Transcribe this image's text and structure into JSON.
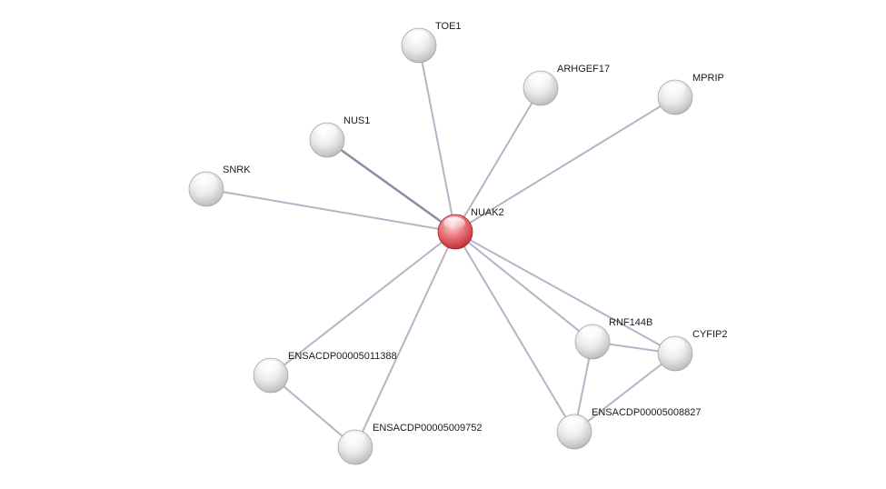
{
  "network": {
    "center": "NUAK2",
    "nodes": [
      {
        "id": "NUAK2",
        "label": "NUAK2",
        "query": true
      },
      {
        "id": "TOE1",
        "label": "TOE1",
        "query": false
      },
      {
        "id": "ARHGEF17",
        "label": "ARHGEF17",
        "query": false
      },
      {
        "id": "MPRIP",
        "label": "MPRIP",
        "query": false
      },
      {
        "id": "NUS1",
        "label": "NUS1",
        "query": false
      },
      {
        "id": "SNRK",
        "label": "SNRK",
        "query": false
      },
      {
        "id": "RNF144B",
        "label": "RNF144B",
        "query": false
      },
      {
        "id": "CYFIP2",
        "label": "CYFIP2",
        "query": false
      },
      {
        "id": "ENSACDP00005011388",
        "label": "ENSACDP00005011388",
        "query": false
      },
      {
        "id": "ENSACDP00005009752",
        "label": "ENSACDP00005009752",
        "query": false
      },
      {
        "id": "ENSACDP00005008827",
        "label": "ENSACDP00005008827",
        "query": false
      }
    ],
    "edges": [
      {
        "from": "NUAK2",
        "to": "TOE1",
        "strong": false
      },
      {
        "from": "NUAK2",
        "to": "ARHGEF17",
        "strong": false
      },
      {
        "from": "NUAK2",
        "to": "MPRIP",
        "strong": false
      },
      {
        "from": "NUAK2",
        "to": "NUS1",
        "strong": true
      },
      {
        "from": "NUAK2",
        "to": "SNRK",
        "strong": false
      },
      {
        "from": "NUAK2",
        "to": "RNF144B",
        "strong": false
      },
      {
        "from": "NUAK2",
        "to": "CYFIP2",
        "strong": false
      },
      {
        "from": "NUAK2",
        "to": "ENSACDP00005011388",
        "strong": false
      },
      {
        "from": "NUAK2",
        "to": "ENSACDP00005009752",
        "strong": false
      },
      {
        "from": "NUAK2",
        "to": "ENSACDP00005008827",
        "strong": false
      },
      {
        "from": "ENSACDP00005011388",
        "to": "ENSACDP00005009752",
        "strong": false
      },
      {
        "from": "RNF144B",
        "to": "CYFIP2",
        "strong": false
      },
      {
        "from": "RNF144B",
        "to": "ENSACDP00005008827",
        "strong": false
      },
      {
        "from": "CYFIP2",
        "to": "ENSACDP00005008827",
        "strong": false
      }
    ],
    "colors": {
      "query_node": "#d9474f",
      "neighbor_node": "#d4d4d4",
      "edge": "#b6b3c6"
    }
  }
}
